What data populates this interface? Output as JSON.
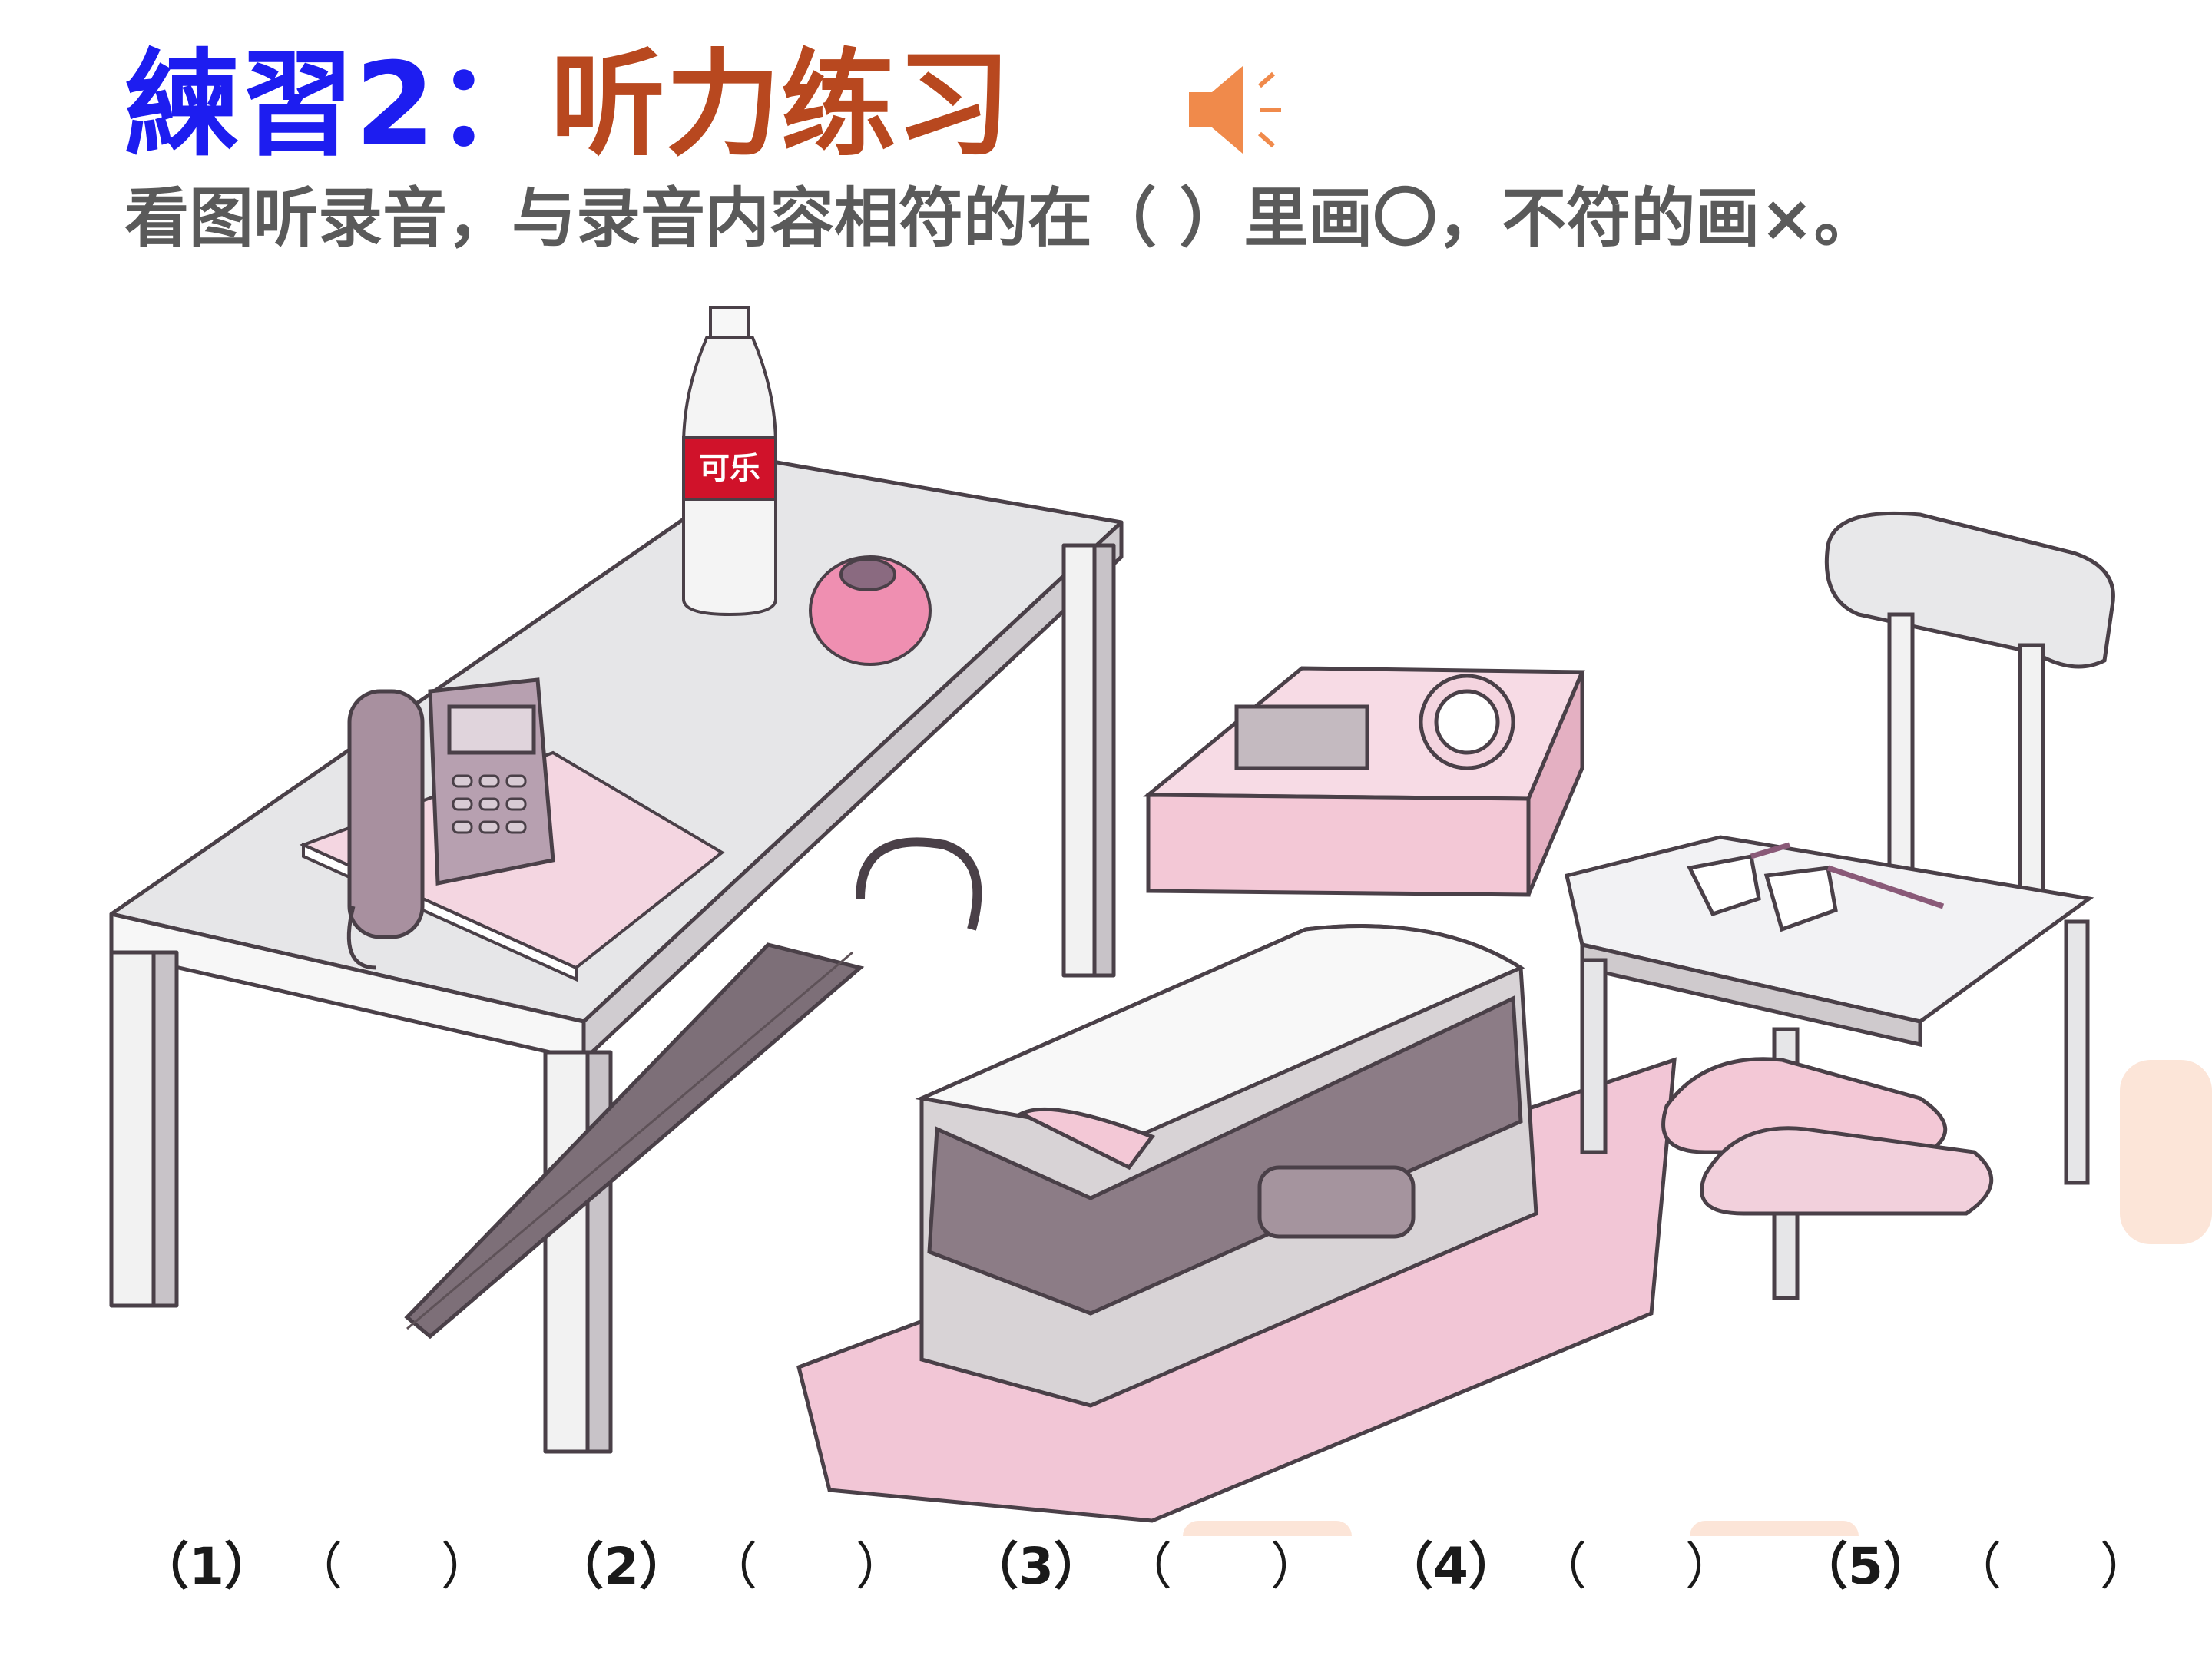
{
  "title": {
    "prefix": "練習2：",
    "main": "听力练习"
  },
  "instruction": "看图听录音，与录音内容相符的在（ ）里画〇，不符的画×。",
  "scene": {
    "bottle_label": "可乐"
  },
  "answers": [
    {
      "number": "（1）",
      "open": "（",
      "close": "）"
    },
    {
      "number": "（2）",
      "open": "（",
      "close": "）"
    },
    {
      "number": "（3）",
      "open": "（",
      "close": "）"
    },
    {
      "number": "（4）",
      "open": "（",
      "close": "）"
    },
    {
      "number": "（5）",
      "open": "（",
      "close": "）"
    }
  ],
  "colors": {
    "title_prefix": "#1d1df0",
    "title_main": "#b8481f",
    "instruction": "#5a5a5a",
    "speaker": "#f08a4b",
    "pink": "#f2b7cc",
    "gray": "#8a8088"
  },
  "icons": {
    "speaker": "speaker-icon"
  }
}
